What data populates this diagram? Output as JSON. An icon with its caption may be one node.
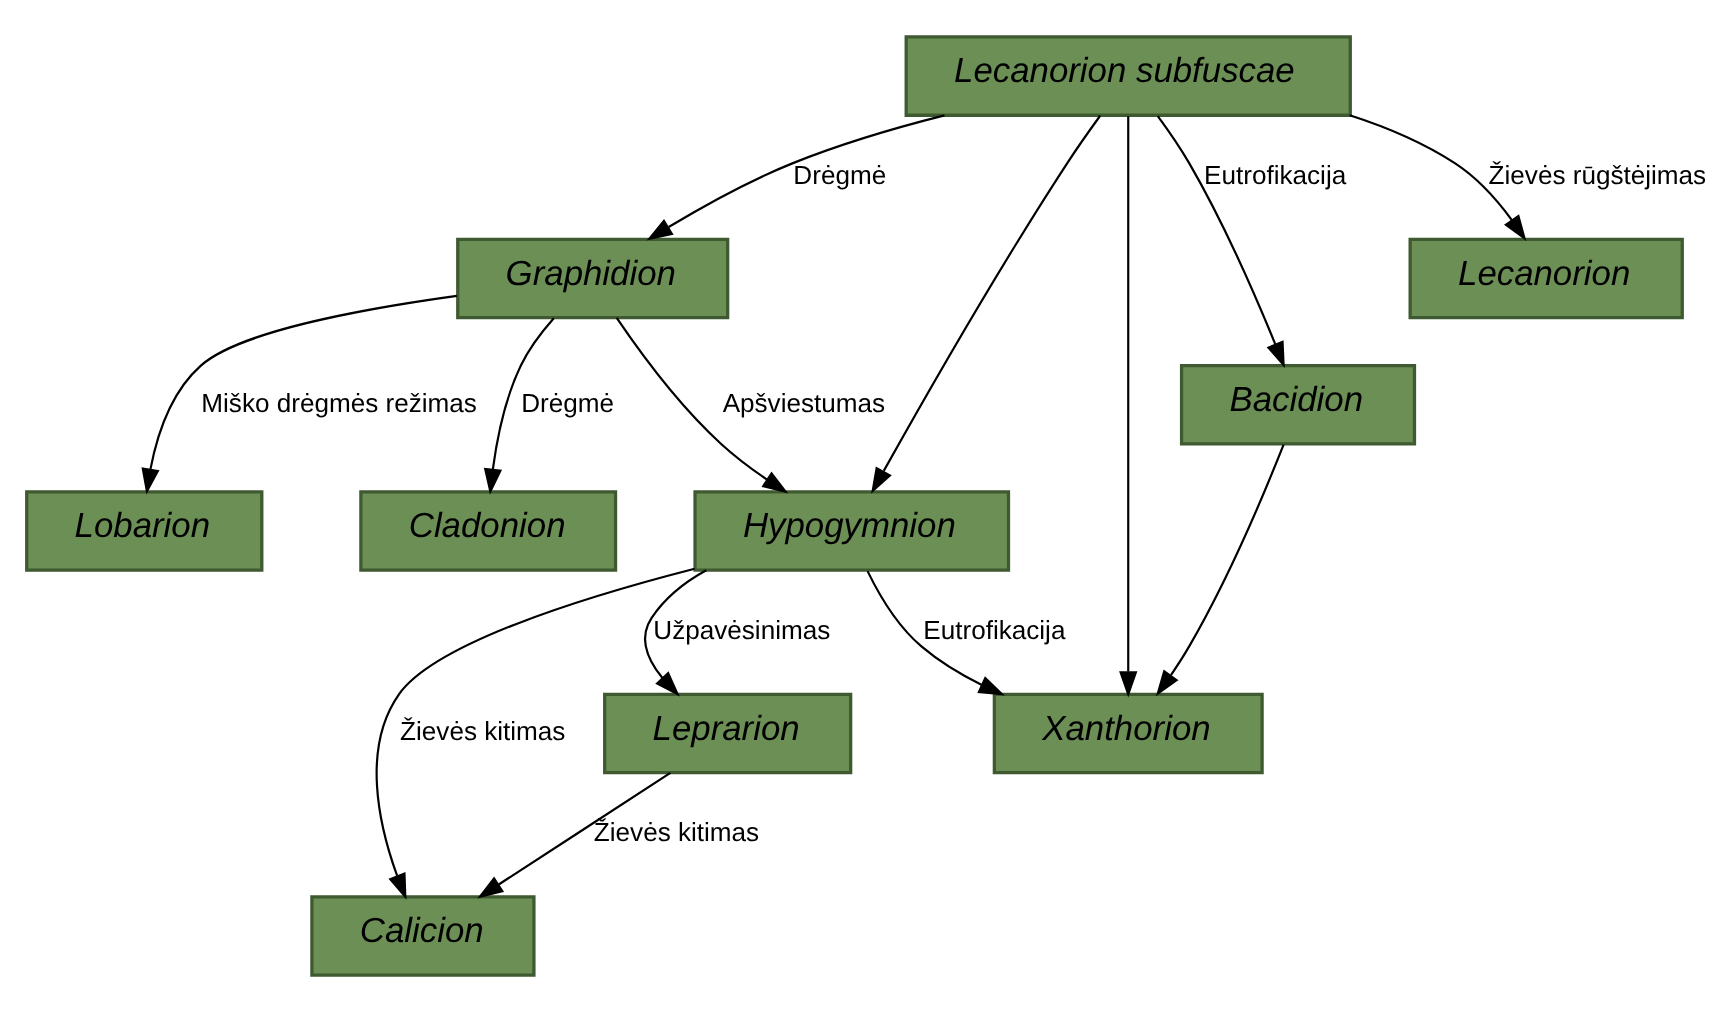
{
  "diagram": {
    "nodes": [
      {
        "text": [
          "Cladonion"
        ]
      },
      {
        "text": [
          "Lobarion"
        ]
      },
      {
        "text": [
          "Bacidion"
        ]
      },
      {
        "text": [
          "Graphidion"
        ]
      },
      {
        "text": [
          "Lecanorion subfuscae"
        ]
      },
      {
        "text": [
          "Lecanorion"
        ]
      },
      {
        "text": [
          "Hypogymnion"
        ]
      },
      {
        "text": [
          "Xanthorion"
        ]
      },
      {
        "text": [
          "Leprarion"
        ]
      },
      {
        "text": [
          "Calicion"
        ]
      }
    ],
    "edges": [
      {
        "from": 3,
        "to": 0,
        "arrow": "to",
        "label": "Drėgmė"
      },
      {
        "from": 3,
        "to": 1,
        "arrow": "to",
        "label": "Miško drėgmės režimas"
      },
      {
        "from": 4,
        "to": 2,
        "arrow": "to",
        "label": "Eutrofikacija"
      },
      {
        "from": 4,
        "to": 3,
        "arrow": "to",
        "label": "Drėgmė"
      },
      {
        "from": 4,
        "to": 5,
        "arrow": "to",
        "label": "Žievės rūgštėjimas"
      },
      {
        "from": 3,
        "to": 6,
        "arrow": "to",
        "label": "Apšviestumas"
      },
      {
        "from": 4,
        "to": 6,
        "arrow": "to"
      },
      {
        "from": 4,
        "to": 7,
        "arrow": "to"
      },
      {
        "from": 2,
        "to": 7,
        "arrow": "to"
      },
      {
        "from": 6,
        "to": 7,
        "arrow": "to",
        "label": "Eutrofikacija"
      },
      {
        "from": 6,
        "to": 8,
        "arrow": "to",
        "label": "Užpavėsinimas"
      },
      {
        "from": 6,
        "to": 9,
        "arrow": "to",
        "label": "Žievės kitimas"
      },
      {
        "from": 8,
        "to": 9,
        "arrow": "to",
        "label": "Žievės kitimas"
      }
    ]
  }
}
